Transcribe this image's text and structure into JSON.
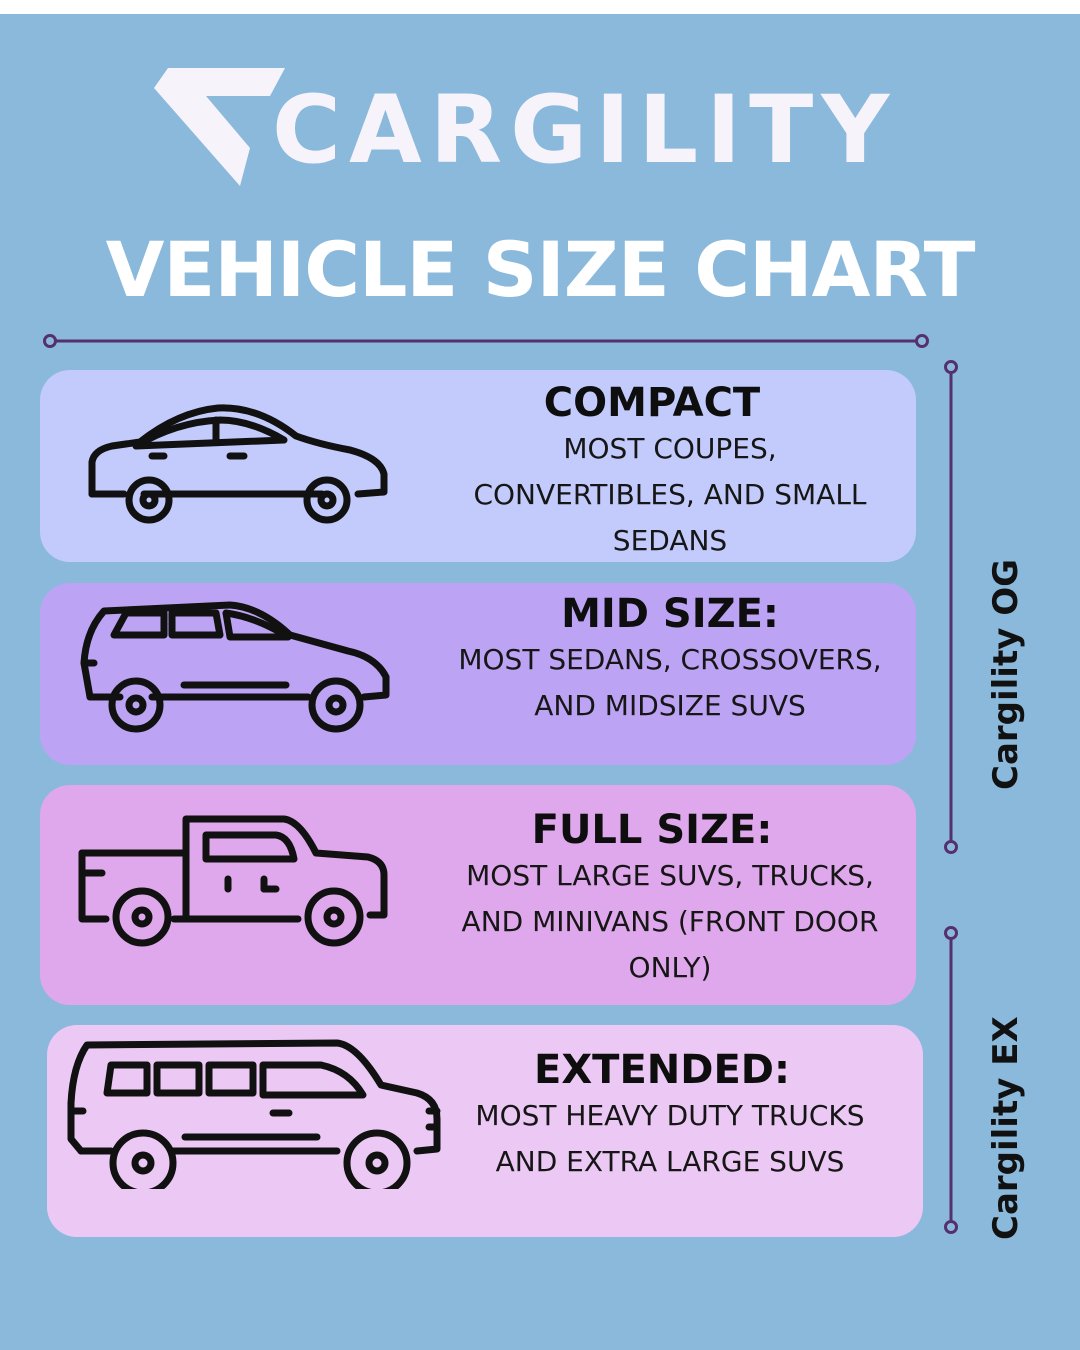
{
  "brand": {
    "name": "CARGILITY",
    "logo_color": "#f7f3fb"
  },
  "title": "VEHICLE SIZE CHART",
  "colors": {
    "background": "#8ab9dc",
    "rule": "#55306e",
    "compact": "#c2cbfc",
    "midsize": "#bca3f4",
    "fullsize": "#dfa8ec",
    "extended": "#ecc9f5"
  },
  "cards": [
    {
      "icon": "coupe-car-icon",
      "heading": "COMPACT",
      "description": [
        "MOST COUPES,",
        "CONVERTIBLES, AND SMALL",
        "SEDANS"
      ]
    },
    {
      "icon": "suv-car-icon",
      "heading": "MID SIZE:",
      "description": [
        "MOST SEDANS, CROSSOVERS,",
        "AND MIDSIZE SUVS"
      ]
    },
    {
      "icon": "pickup-truck-icon",
      "heading": "FULL SIZE:",
      "description": [
        "MOST LARGE SUVS, TRUCKS,",
        "AND MINIVANS (FRONT DOOR",
        "ONLY)"
      ]
    },
    {
      "icon": "large-suv-icon",
      "heading": "EXTENDED:",
      "description": [
        "MOST HEAVY DUTY TRUCKS",
        "AND EXTRA LARGE SUVS"
      ]
    }
  ],
  "side_labels": {
    "og": "Cargility OG",
    "ex": "Cargility EX"
  }
}
